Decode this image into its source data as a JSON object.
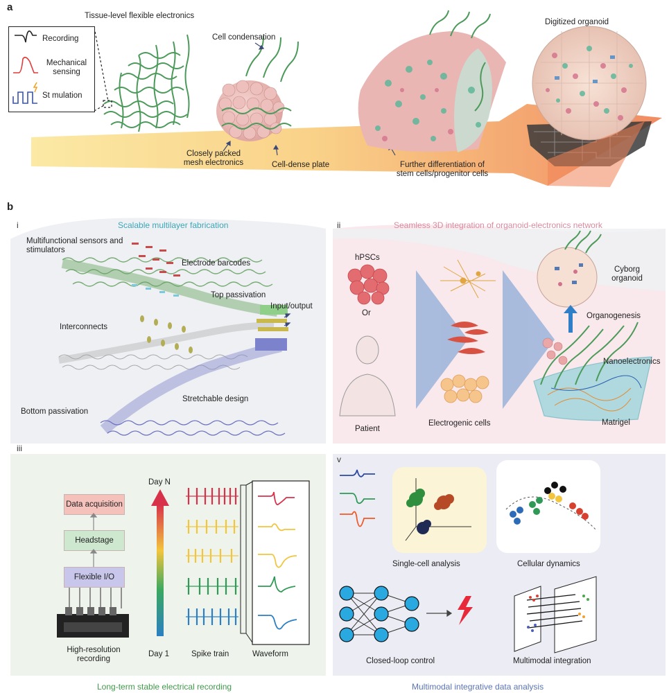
{
  "panel_a": {
    "letter": "a",
    "legend": {
      "recording": "Recording",
      "mechanical": "Mechanical sensing",
      "stimulation": "St mulation"
    },
    "labels": {
      "tissue_level": "Tissue-level flexible electronics",
      "cell_condensation": "Cell condensation",
      "closely_packed": "Closely packed mesh electronics",
      "cell_dense": "Cell-dense plate",
      "further_diff": "Further differentiation of stem cells/progenitor cells",
      "digitized": "Digitized organoid"
    }
  },
  "panel_b": {
    "letter": "b",
    "i": {
      "num": "i",
      "title": "Scalable multilayer fabrication",
      "multifunctional": "Multifunctional sensors and stimulators",
      "electrode_barcodes": "Electrode barcodes",
      "top_passivation": "Top passivation",
      "input_output": "Input/output",
      "interconnects": "Interconnects",
      "stretchable": "Stretchable design",
      "bottom_passivation": "Bottom passivation"
    },
    "ii": {
      "num": "ii",
      "title": "Seamless 3D integration of organoid-electronics network",
      "hpscs": "hPSCs",
      "or": "Or",
      "patient": "Patient",
      "electrogenic": "Electrogenic cells",
      "cyborg": "Cyborg organoid",
      "organogenesis": "Organogenesis",
      "nanoelectronics": "Nanoelectronics",
      "matrigel": "Matrigel"
    },
    "iii": {
      "num": "iii",
      "title": "Long-term stable electrical recording",
      "data_acq": "Data acquisition",
      "headstage": "Headstage",
      "flexible_io": "Flexible I/O",
      "high_res": "High-resolution recording",
      "day_n": "Day N",
      "day_1": "Day 1",
      "spike_train": "Spike train",
      "waveform": "Waveform"
    },
    "iv": {
      "num": "v",
      "title": "Multimodal integrative data analysis",
      "single_cell": "Single-cell analysis",
      "cellular_dynamics": "Cellular dynamics",
      "closed_loop": "Closed-loop control",
      "multimodal": "Multimodal integration"
    }
  },
  "colors": {
    "mesh_green": "#4c9a5a",
    "cell_pink": "#e8b7b4",
    "arrow_orange": "#f2a060",
    "arrow_yellow": "#f7d57a",
    "spike_red": "#d8324a",
    "spike_yellow": "#f2c53d",
    "spike_green": "#2f9a55",
    "spike_blue": "#2c7fc2",
    "neural_node": "#29a9e0"
  }
}
